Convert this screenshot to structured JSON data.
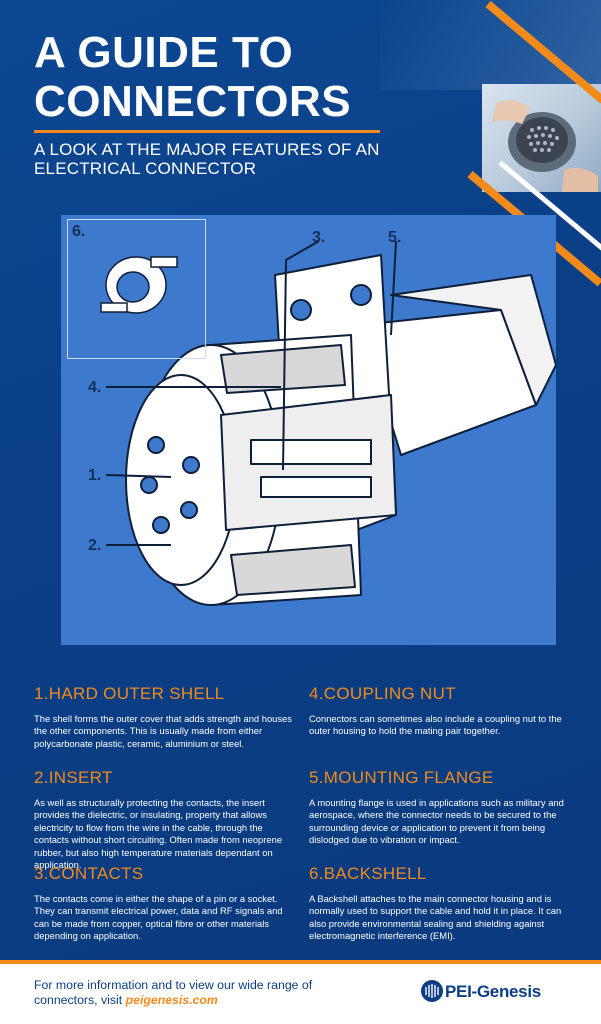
{
  "header": {
    "title": "A GUIDE TO\nCONNECTORS",
    "subtitle": "A LOOK AT THE MAJOR FEATURES OF AN ELECTRICAL CONNECTOR"
  },
  "diagram": {
    "callouts": [
      "6.",
      "3.",
      "5.",
      "4.",
      "1.",
      "2."
    ]
  },
  "features": [
    {
      "heading": "1.HARD OUTER SHELL",
      "text": "The shell forms the outer cover that adds strength and houses the other components. This is usually made from either polycarbonate plastic, ceramic, aluminium or steel."
    },
    {
      "heading": "4.COUPLING NUT",
      "text": "Connectors can sometimes also include a coupling nut to the outer housing to hold the mating pair together."
    },
    {
      "heading": "2.INSERT",
      "text": "As well as structurally protecting the contacts, the insert provides the dielectric, or insulating, property that allows electricity to flow from the wire in the cable, through the contacts without short circuiting. Often made from neoprene rubber, but also high temperature materials dependant on application."
    },
    {
      "heading": "5.MOUNTING FLANGE",
      "text": "A mounting flange is used in applications such as military and aerospace, where the connector needs to be secured to the surrounding device or application to prevent it from being dislodged due to vibration or impact."
    },
    {
      "heading": "3.CONTACTS",
      "text": "The contacts come in either the shape of a pin or a socket. They can transmit electrical power, data and RF signals and can be made from copper, optical fibre or other materials depending on application."
    },
    {
      "heading": "6.BACKSHELL",
      "text": "A Backshell attaches to the main connector housing and is normally used to support the cable and hold it in place. It can also provide environmental sealing and shielding against electromagnetic interference (EMI)."
    }
  ],
  "footer": {
    "text": "For more information and to view our wide range of connectors, visit ",
    "link": "peigenesis.com",
    "logo_text": "PEI-Genesis"
  },
  "colors": {
    "background": "#0a3f86",
    "accent": "#f28a1c",
    "panel": "#3d79cc"
  }
}
